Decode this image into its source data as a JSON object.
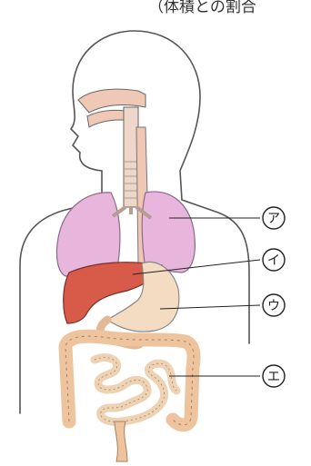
{
  "header": {
    "cut_text": "（体積との割合"
  },
  "labels": [
    {
      "id": "a",
      "text": "ア",
      "organ": "lungs"
    },
    {
      "id": "i",
      "text": "イ",
      "organ": "liver"
    },
    {
      "id": "u",
      "text": "ウ",
      "organ": "stomach"
    },
    {
      "id": "e",
      "text": "エ",
      "organ": "intestines"
    }
  ],
  "colors": {
    "outline": "#555555",
    "lung": "#e8b6dc",
    "liver": "#d85a48",
    "stomach": "#f3dcc2",
    "intestine": "#eec49e",
    "airway": "#efc9b6"
  }
}
